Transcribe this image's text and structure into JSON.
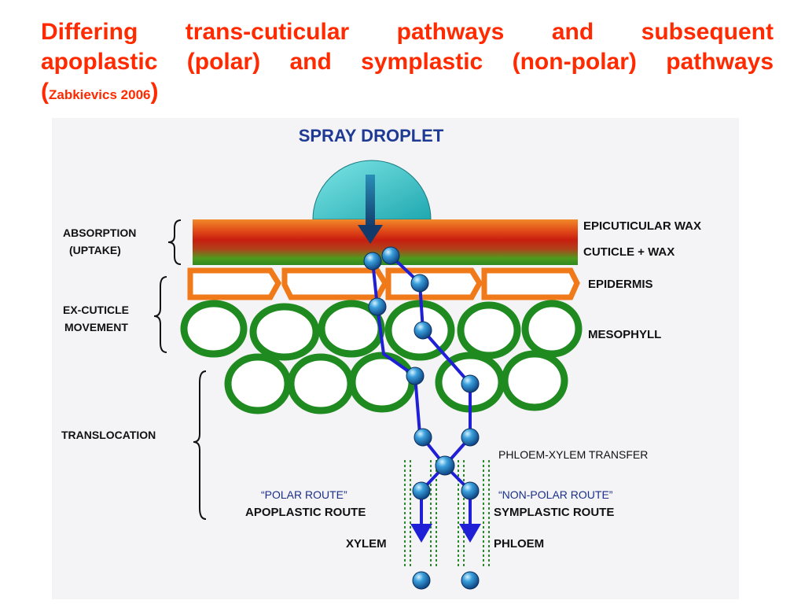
{
  "title": {
    "line1": "Differing trans-cuticular pathways and subsequent",
    "line2": "apoplastic (polar) and symplastic (non-polar) pathways",
    "paren_open": "(",
    "citation": "Zabkievics 2006",
    "paren_close": ")"
  },
  "diagram": {
    "heading": "SPRAY DROPLET",
    "left_labels": {
      "absorption_1": "ABSORPTION",
      "absorption_2": "(UPTAKE)",
      "excuticle_1": "EX-CUTICLE",
      "excuticle_2": "MOVEMENT",
      "translocation": "TRANSLOCATION"
    },
    "right_labels": {
      "epicuticular_wax": "EPICUTICULAR WAX",
      "cuticle_wax": "CUTICLE + WAX",
      "epidermis": "EPIDERMIS",
      "mesophyll": "MESOPHYLL",
      "phloem_xylem_transfer": "PHLOEM-XYLEM TRANSFER"
    },
    "routes": {
      "polar_route": "“POLAR ROUTE”",
      "apoplastic_route": "APOPLASTIC ROUTE",
      "xylem": "XYLEM",
      "nonpolar_route": "“NON-POLAR ROUTE”",
      "symplastic_route": "SYMPLASTIC ROUTE",
      "phloem": "PHLOEM"
    },
    "colors": {
      "title_red": "#ff2a00",
      "path_blue": "#1f1fd6",
      "cell_green": "#1f8a1f",
      "epidermis_orange": "#f07a1a",
      "droplet_cyan": "#3cc8c8",
      "heading_blue": "#1f3a93"
    }
  }
}
